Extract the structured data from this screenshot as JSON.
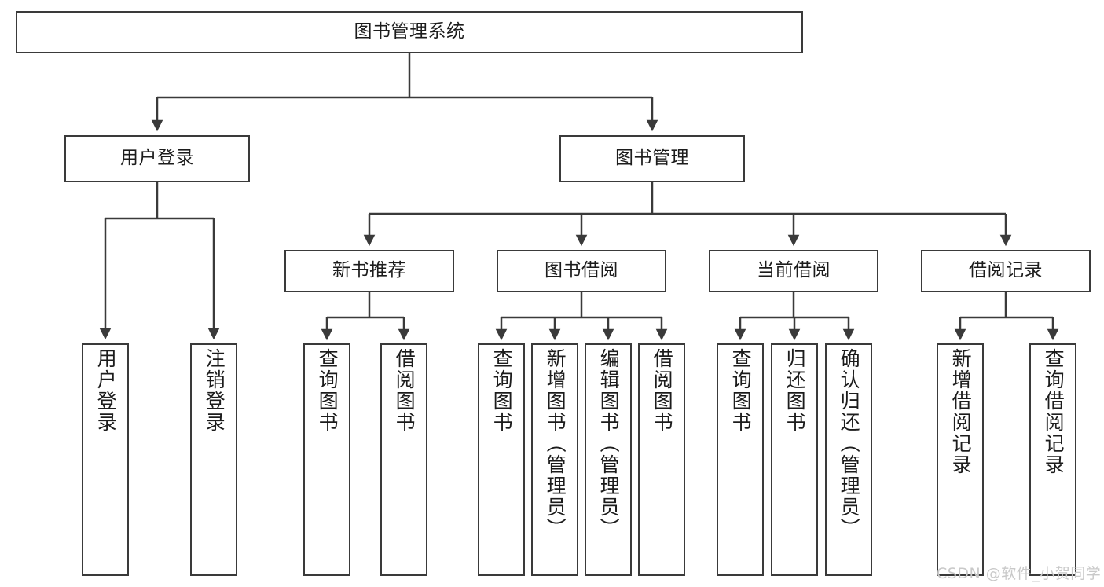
{
  "diagram": {
    "title": "图书管理系统",
    "type": "tree-hierarchy-diagram",
    "root": {
      "label": "图书管理系统"
    },
    "level2": [
      {
        "label": "用户登录"
      },
      {
        "label": "图书管理"
      }
    ],
    "level3": [
      {
        "label": "新书推荐"
      },
      {
        "label": "图书借阅"
      },
      {
        "label": "当前借阅"
      },
      {
        "label": "借阅记录"
      }
    ],
    "leaves": {
      "user_login": [
        {
          "label": "用户登录"
        },
        {
          "label": "注销登录"
        }
      ],
      "new_book_recommend": [
        {
          "label": "查询图书"
        },
        {
          "label": "借阅图书"
        }
      ],
      "book_borrow": [
        {
          "label": "查询图书"
        },
        {
          "label": "新增图书（管理员）"
        },
        {
          "label": "编辑图书（管理员）"
        },
        {
          "label": "借阅图书"
        }
      ],
      "current_borrow": [
        {
          "label": "查询图书"
        },
        {
          "label": "归还图书"
        },
        {
          "label": "确认归还（管理员）"
        }
      ],
      "borrow_record": [
        {
          "label": "新增借阅记录"
        },
        {
          "label": "查询借阅记录"
        }
      ]
    }
  },
  "watermark": {
    "text": "CSDN @软件_小贺同学"
  },
  "colors": {
    "stroke": "#3a3a3a",
    "text": "#1c1c1c",
    "background": "#ffffff",
    "watermark": "#c9c9c9"
  }
}
